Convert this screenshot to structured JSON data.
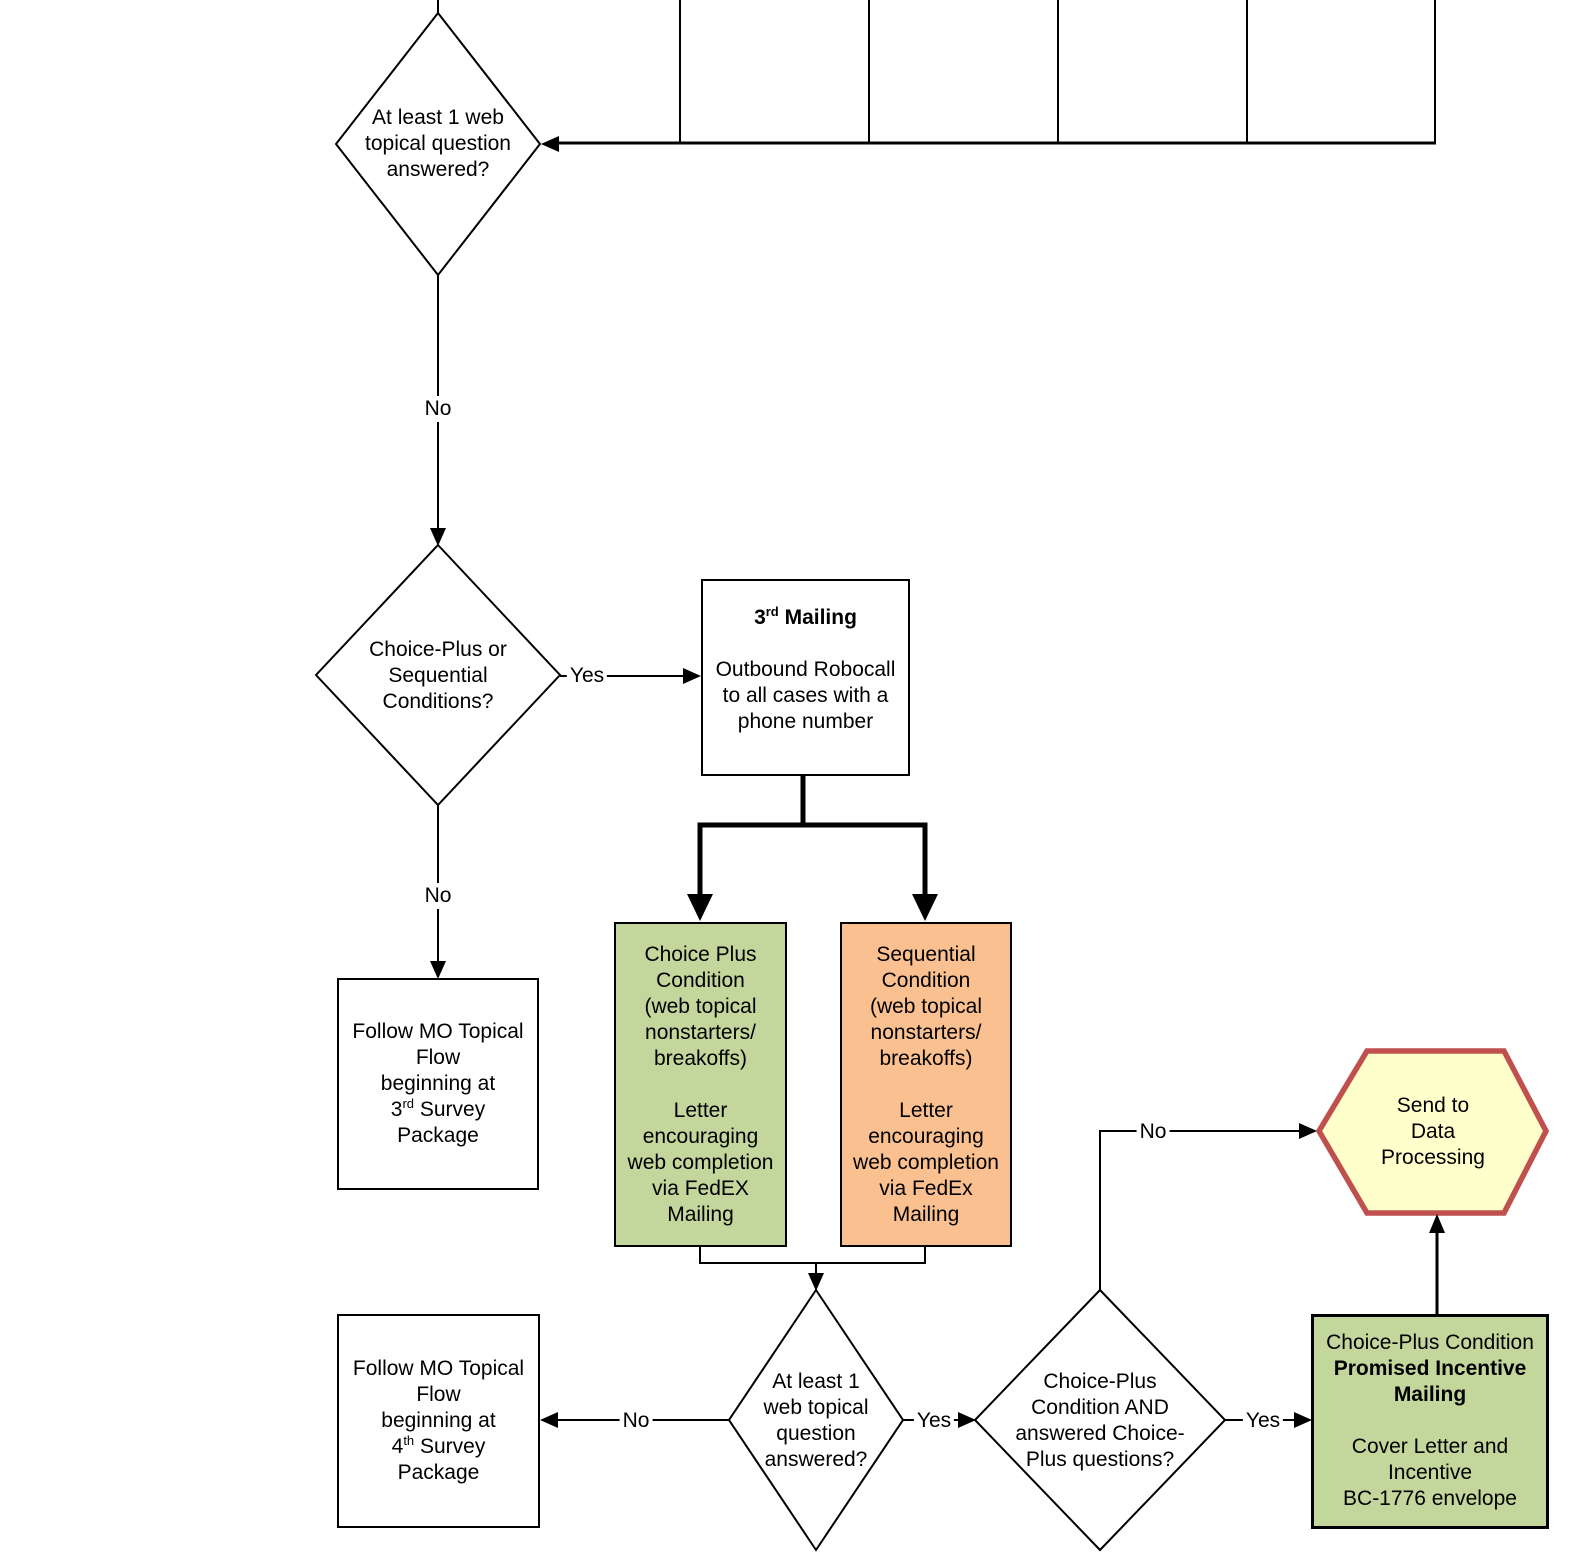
{
  "colors": {
    "green_fill": "#c3d69b",
    "orange_fill": "#fac090",
    "hexagon_fill": "#ffffcc",
    "hexagon_border": "#c0504d",
    "line": "#000000"
  },
  "nodes": {
    "decision_web_answered_top": "At least 1 web\ntopical question\nanswered?",
    "decision_choice_or_sequential": "Choice-Plus or\nSequential\nConditions?",
    "process_third_mailing": {
      "ordinal": "3",
      "ordinal_suffix": "rd",
      "title_rest": " Mailing",
      "body": "Outbound Robocall\nto all cases with a\nphone number"
    },
    "process_choice_plus": "Choice Plus\nCondition\n(web topical\nnonstarters/\nbreakoffs)\n\nLetter\nencouraging\nweb completion\nvia FedEX\nMailing",
    "process_sequential": "Sequential\nCondition\n(web topical\nnonstarters/\nbreakoffs)\n\nLetter\nencouraging\nweb completion\nvia FedEx\nMailing",
    "process_follow_mo_3": {
      "body": "Follow MO Topical\nFlow\nbeginning at",
      "ordinal": "3",
      "ordinal_suffix": "rd",
      "after_ordinal": " Survey",
      "last_line": "Package"
    },
    "process_follow_mo_4": {
      "body": "Follow MO Topical\nFlow\nbeginning at",
      "ordinal": "4",
      "ordinal_suffix": "th",
      "after_ordinal": " Survey",
      "last_line": "Package"
    },
    "decision_web_answered_bottom": "At least 1\nweb topical\nquestion\nanswered?",
    "decision_choice_plus_and": "Choice-Plus\nCondition AND\nanswered Choice-\nPlus questions?",
    "terminal_data_processing": "Send to\nData\nProcessing",
    "process_promised_incentive": {
      "line1": "Choice-Plus Condition",
      "bold_lines": "Promised Incentive\nMailing",
      "body": "Cover Letter and\nIncentive\nBC-1776 envelope"
    }
  },
  "edge_labels": {
    "no_web_top": "No",
    "yes_choice_seq": "Yes",
    "no_choice_seq": "No",
    "no_web_bottom": "No",
    "yes_web_bottom": "Yes",
    "yes_choice_plus_and": "Yes",
    "no_choice_plus_and": "No"
  }
}
